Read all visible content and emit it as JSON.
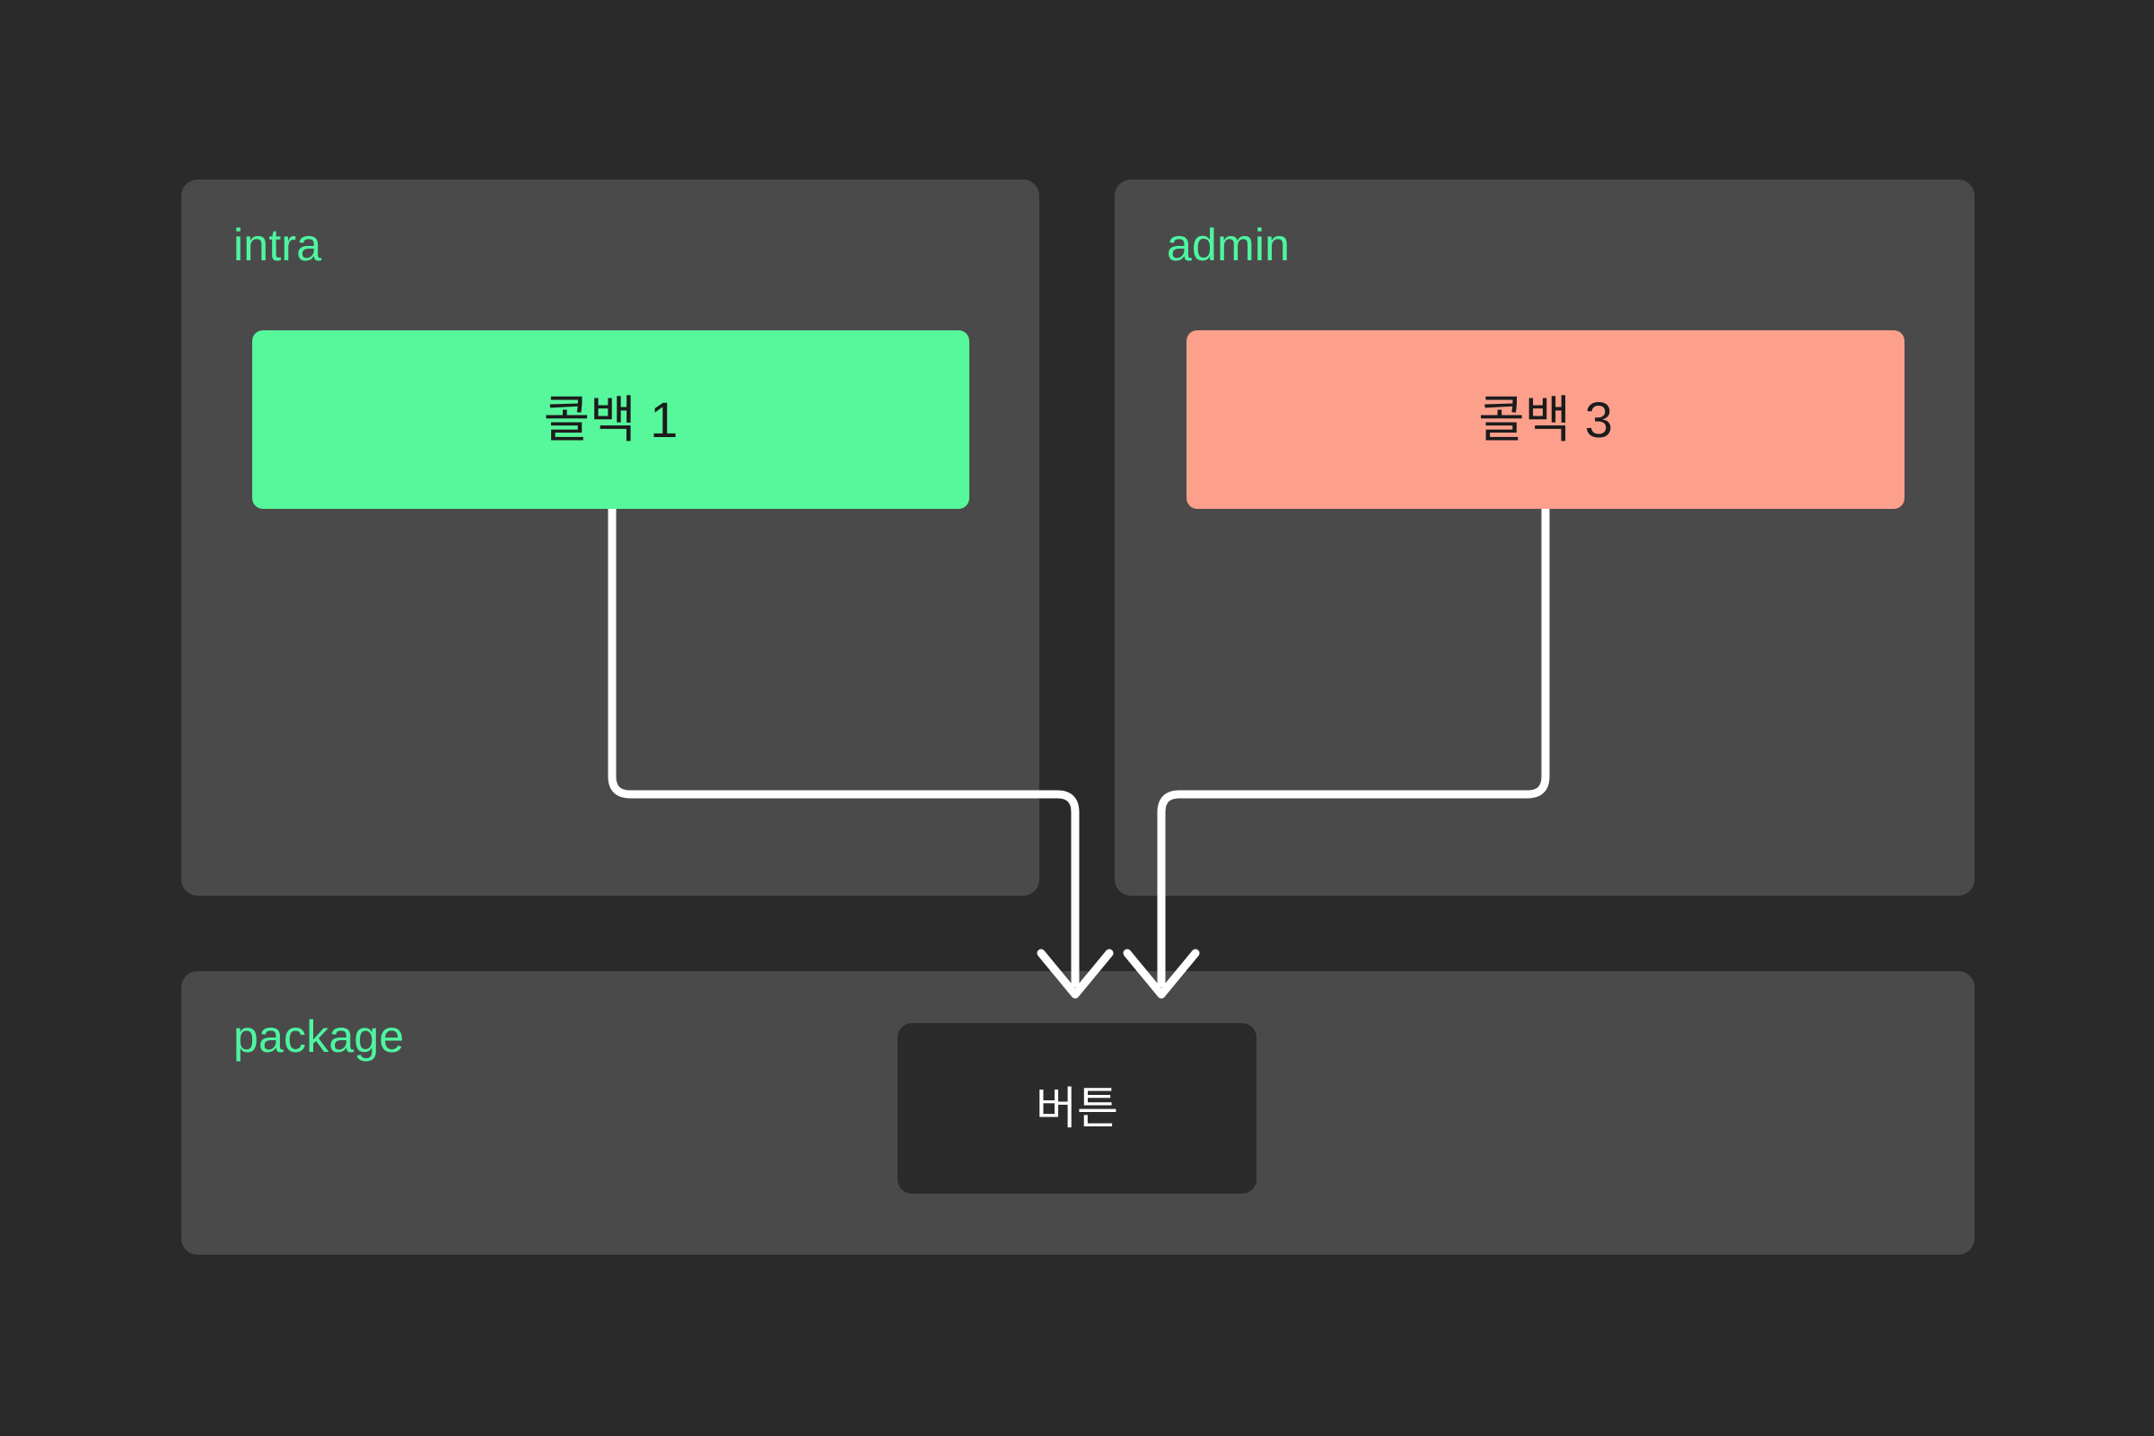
{
  "theme": {
    "page_background": "#2a2a2a",
    "cluster_background": "#4a4a4a",
    "cluster_label_color": "#4ef5a0",
    "edge_color": "#ffffff",
    "node_dark_background": "#2b2b2b",
    "node_dark_text": "#ffffff",
    "node_text_dark": "#1c1c1c"
  },
  "clusters": [
    {
      "id": "intra",
      "label": "intra"
    },
    {
      "id": "admin",
      "label": "admin"
    },
    {
      "id": "package",
      "label": "package"
    }
  ],
  "nodes": [
    {
      "id": "callback1",
      "label": "콜백 1",
      "cluster": "intra",
      "color": "#57f79b"
    },
    {
      "id": "callback3",
      "label": "콜백 3",
      "cluster": "admin",
      "color": "#fca08c"
    },
    {
      "id": "button",
      "label": "버튼",
      "cluster": "package",
      "color": "#2b2b2b"
    }
  ],
  "edges": [
    {
      "from": "callback1",
      "to": "button",
      "arrow": "arrowhead-down-icon"
    },
    {
      "from": "callback3",
      "to": "button",
      "arrow": "arrowhead-down-icon"
    }
  ]
}
